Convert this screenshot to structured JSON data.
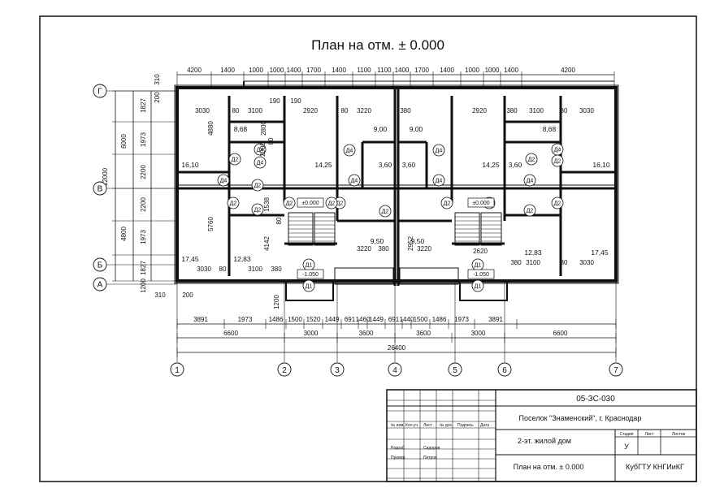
{
  "title": "План на отм. ± 0.000",
  "axes": {
    "letters": [
      "Г",
      "В",
      "Б",
      "А"
    ],
    "numbers": [
      "1",
      "2",
      "3",
      "4",
      "5",
      "6",
      "7"
    ]
  },
  "dimensions": {
    "top": [
      "4200",
      "1400",
      "1000",
      "1000",
      "1400",
      "1700",
      "1400",
      "1100",
      "1100",
      "1400",
      "1700",
      "1400",
      "1000",
      "1000",
      "1400",
      "4200"
    ],
    "top_small": [
      "310",
      "190",
      "190",
      "200"
    ],
    "left_outer": [
      "6000",
      "12000",
      "4800"
    ],
    "left_inner": [
      "1827",
      "1973",
      "2200",
      "2200",
      "1973",
      "1827",
      "1200"
    ],
    "left_small": [
      "310",
      "200"
    ],
    "bottom_row1": [
      "3891",
      "1973",
      "1486",
      "1500",
      "1520",
      "1449",
      "691",
      "1460",
      "1449",
      "691",
      "1440",
      "1500",
      "1486",
      "1973",
      "3891"
    ],
    "bottom_row2": [
      "6600",
      "3000",
      "3600",
      "3600",
      "3000",
      "6600"
    ],
    "bottom_total": "26400",
    "bottom_small": [
      "310",
      "200",
      "1200"
    ],
    "interior": [
      "3030",
      "80",
      "3100",
      "2920",
      "80",
      "3220",
      "380",
      "2920",
      "380",
      "3100",
      "80",
      "3030",
      "4880",
      "2800",
      "2000",
      "80",
      "5760",
      "4142",
      "80",
      "1538",
      "2952",
      "3030",
      "80",
      "3100",
      "380",
      "3220",
      "380",
      "3220",
      "2620",
      "380",
      "3100",
      "80",
      "3030"
    ]
  },
  "rooms": [
    "8,68",
    "9,00",
    "9,00",
    "8,68",
    "16,10",
    "14,25",
    "3,60",
    "3,60",
    "14,25",
    "3,60",
    "16,10",
    "17,45",
    "12,83",
    "9,50",
    "9,50",
    "12,83",
    "17,45"
  ],
  "doors": [
    "Д2",
    "Д4",
    "Д4",
    "Д2",
    "Д4",
    "Д2",
    "Д2",
    "Д4",
    "Д4",
    "Д4",
    "Д4",
    "Д2",
    "Д4",
    "Д2",
    "Д2",
    "Д4",
    "Д2",
    "Д2",
    "Д2",
    "Д2",
    "Д2",
    "Д2",
    "Д2",
    "Д1",
    "Д1",
    "Д1",
    "Д1"
  ],
  "levels": [
    "±0.000",
    "±0.000",
    "-1.050",
    "-1.050"
  ],
  "title_block": {
    "code": "05-ЗС-030",
    "project": "Поселок \"Знаменский\", г. Краснодар",
    "building": "2-эт. жилой дом",
    "sheet_name": "План на отм. ± 0.000",
    "org": "КубГТУ КНГИиКГ",
    "col_headers": [
      "№ изм.",
      "Кол.уч.",
      "Лист",
      "№ док.",
      "Подпись",
      "Дата"
    ],
    "roles": [
      "Разраб.",
      "Провер."
    ],
    "names": [
      "Сидоров",
      "Петров"
    ],
    "stage_header": "Стадия",
    "sheet_header": "Лист",
    "sheets_header": "Листов",
    "stage": "У"
  }
}
